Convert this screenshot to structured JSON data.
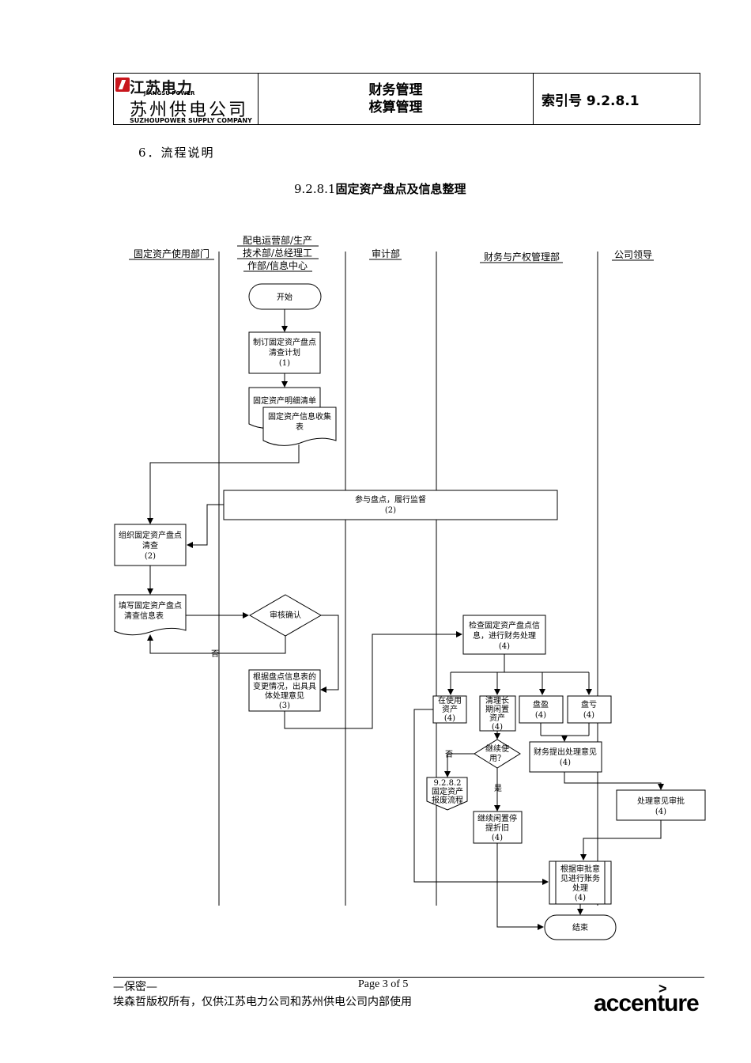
{
  "header": {
    "logo_top": "江苏电力",
    "logo_sub1": "JIANGSU POWER",
    "logo_cn": "苏州供电公司",
    "logo_sub2": "SUZHOUPOWER SUPPLY COMPANY",
    "title_line1": "财务管理",
    "title_line2": "核算管理",
    "index_label": "索引号 9.2.8.1"
  },
  "section_heading": "6．流程说明",
  "flow_title_code": "9.2.8.1",
  "flow_title_text": "固定资产盘点及信息整理",
  "lanes": [
    "固定资产使用部门",
    "配电运营部/生产",
    "技术部/总经理工",
    "作部/信息中心",
    "审计部",
    "财务与产权管理部",
    "公司领导"
  ],
  "nodes": {
    "start": "开始",
    "plan_1": "制订固定资产盘点",
    "plan_2": "清查计划",
    "plan_3": "(1)",
    "doc_a": "固定资产明细清单",
    "doc_b1": "固定资产信息收集",
    "doc_b2": "表",
    "supervise_1": "参与盘点，履行监督",
    "supervise_2": "(2)",
    "organize_1": "组织固定资产盘点",
    "organize_2": "清查",
    "organize_3": "(2)",
    "fill_1": "填写固定资产盘点",
    "fill_2": "清查信息表",
    "review": "审核确认",
    "no_label": "否",
    "opinion_1": "根据盘点信息表的",
    "opinion_2": "变更情况，出具具",
    "opinion_3": "体处理意见",
    "opinion_4": "(3)",
    "check_1": "检查固定资产盘点信",
    "check_2": "息，进行财务处理",
    "check_3": "(4)",
    "inuse_1": "在使用",
    "inuse_2": "资产",
    "inuse_3": "(4)",
    "idle_1": "清理长",
    "idle_2": "期闲置",
    "idle_3": "资产",
    "idle_4": "(4)",
    "surplus_1": "盘盈",
    "surplus_2": "(4)",
    "loss_1": "盘亏",
    "loss_2": "(4)",
    "continue_1": "继续使",
    "continue_2": "用？",
    "no2": "否",
    "yes": "是",
    "scrap_1": "9.2.8.2",
    "scrap_2": "固定资产",
    "scrap_3": "报废流程",
    "fin_opinion_1": "财务提出处理意见",
    "fin_opinion_2": "(4)",
    "approve_1": "处理意见审批",
    "approve_2": "(4)",
    "keep_1": "继续闲置停",
    "keep_2": "提折旧",
    "keep_3": "(4)",
    "account_1": "根据审批意",
    "account_2": "见进行账务",
    "account_3": "处理",
    "account_4": "(4)",
    "end": "结束"
  },
  "footer": {
    "confidential": "—保密—",
    "page": "Page 3 of 5",
    "copyright": "埃森哲版权所有，仅供江苏电力公司和苏州供电公司内部使用",
    "brand": "accenture",
    "brand_mark": ">"
  }
}
